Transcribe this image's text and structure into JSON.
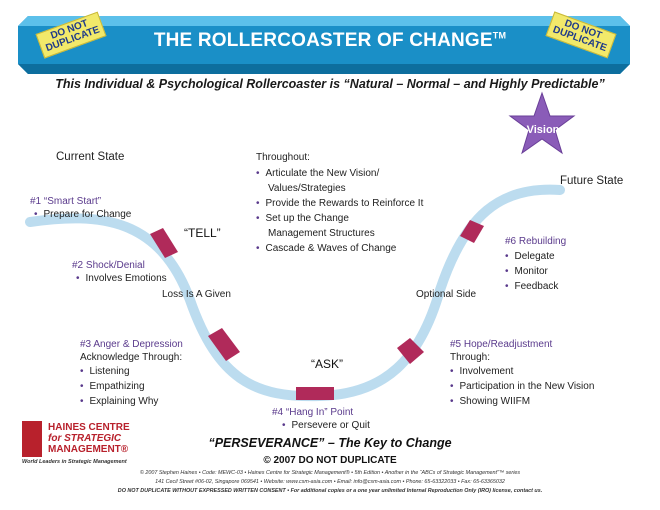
{
  "header": {
    "title": "THE ROLLERCOASTER OF CHANGE",
    "trademark": "TM",
    "stamp_left_line1": "DO NOT",
    "stamp_left_line2": "DUPLICATE",
    "stamp_right_line1": "DO NOT",
    "stamp_right_line2": "DUPLICATE"
  },
  "subtitle": "This Individual & Psychological Rollercoaster is “Natural – Normal –  and Highly Predictable”",
  "vision": "Vision",
  "current_state": "Current State",
  "future_state": "Future State",
  "throughout": {
    "heading": "Throughout:",
    "items": [
      "Articulate the New Vision/",
      "Set up the Change",
      "Provide the Rewards to Reinforce It",
      "Cascade & Waves of Change"
    ],
    "item1_cont": "Values/Strategies",
    "item3_cont": "Management Structures"
  },
  "stage1": {
    "title": "#1 “Smart Start”",
    "items": [
      "Prepare for Change"
    ]
  },
  "stage2": {
    "title": "#2 Shock/Denial",
    "items": [
      "Involves Emotions"
    ]
  },
  "stage3": {
    "title": "#3 Anger & Depression",
    "subheading": "Acknowledge Through:",
    "items": [
      "Listening",
      "Empathizing",
      "Explaining Why"
    ]
  },
  "stage4": {
    "title": "#4 “Hang In” Point",
    "items": [
      "Persevere or Quit"
    ]
  },
  "stage5": {
    "title": "#5 Hope/Readjustment",
    "subheading": "Through:",
    "items": [
      "Involvement",
      "Participation in the New Vision",
      "Showing WIIFM"
    ]
  },
  "stage6": {
    "title": "#6 Rebuilding",
    "items": [
      "Delegate",
      "Monitor",
      "Feedback"
    ]
  },
  "labels": {
    "tell": "“TELL”",
    "ask": "“ASK”",
    "loss": "Loss Is A Given",
    "optional": "Optional Side"
  },
  "perseverance": "“PERSEVERANCE” – The Key to Change",
  "copyright": "© 2007 DO NOT DUPLICATE",
  "footer": {
    "line1": "© 2007  Stephen Haines  •  Code: MEWC-03  •  Haines Centre for Strategic Management®  •  5th Edition  •  Another in the “ABCs of Strategic Management”™ series",
    "line2": "141 Cecil Street #06-02, Singapore 069541  •  Website: www.csm-asia.com  •  Email: info@csm-asia.com  •  Phone: 65-63322033  •  Fax: 65-63365032",
    "line3": "DO NOT DUPLICATE WITHOUT EXPRESSED WRITTEN CONSENT  •  For additional copies or a one year unlimited Internal Reproduction Only (IRO) license, contact us."
  },
  "logo": {
    "line1": "HAINES CENTRE",
    "line2": "for STRATEGIC",
    "line3": "MANAGEMENT®",
    "tagline": "World Leaders in Strategic Management"
  },
  "colors": {
    "banner": "#1a8fc7",
    "curve": "#bcdcef",
    "segment": "#b02a5a",
    "purple": "#5a3a8c",
    "star": "#8a5cb8"
  }
}
